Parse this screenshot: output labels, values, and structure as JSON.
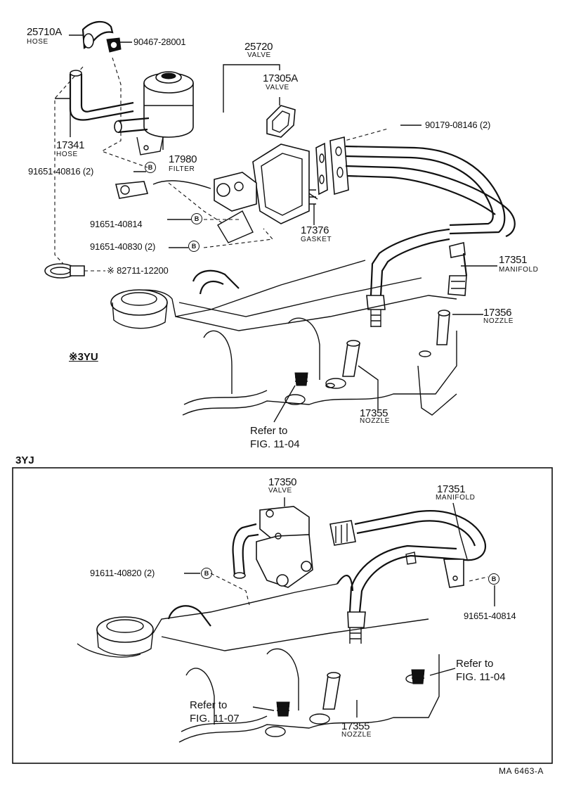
{
  "top_section": {
    "marker": "※3YU",
    "parts": [
      {
        "number": "25710A",
        "name": "HOSE"
      },
      {
        "number": "90467-28001",
        "name": ""
      },
      {
        "number": "25720",
        "name": "VALVE"
      },
      {
        "number": "17305A",
        "name": "VALVE"
      },
      {
        "number": "17341",
        "name": "HOSE"
      },
      {
        "number": "17980",
        "name": "FILTER"
      },
      {
        "number": "90179-08146 (2)",
        "name": ""
      },
      {
        "number": "91651-40816 (2)",
        "name": ""
      },
      {
        "number": "91651-40814",
        "name": ""
      },
      {
        "number": "17376",
        "name": "GASKET"
      },
      {
        "number": "91651-40830 (2)",
        "name": ""
      },
      {
        "number": "17351",
        "name": "MANIFOLD"
      },
      {
        "number": "※ 82711-12200",
        "name": ""
      },
      {
        "number": "17356",
        "name": "NOZZLE"
      },
      {
        "number": "17355",
        "name": "NOZZLE"
      }
    ],
    "reference": {
      "line1": "Refer to",
      "line2": "FIG. 11-04"
    }
  },
  "bottom_section": {
    "marker": "3YJ",
    "parts": [
      {
        "number": "17350",
        "name": "VALVE"
      },
      {
        "number": "17351",
        "name": "MANIFOLD"
      },
      {
        "number": "91611-40820 (2)",
        "name": ""
      },
      {
        "number": "91651-40814",
        "name": ""
      },
      {
        "number": "17355",
        "name": "NOZZLE"
      }
    ],
    "references": [
      {
        "line1": "Refer to",
        "line2": "FIG. 11-04"
      },
      {
        "line1": "Refer to",
        "line2": "FIG. 11-07"
      }
    ]
  },
  "bolt_marker": "B",
  "footer_code": "MA  6463-A"
}
